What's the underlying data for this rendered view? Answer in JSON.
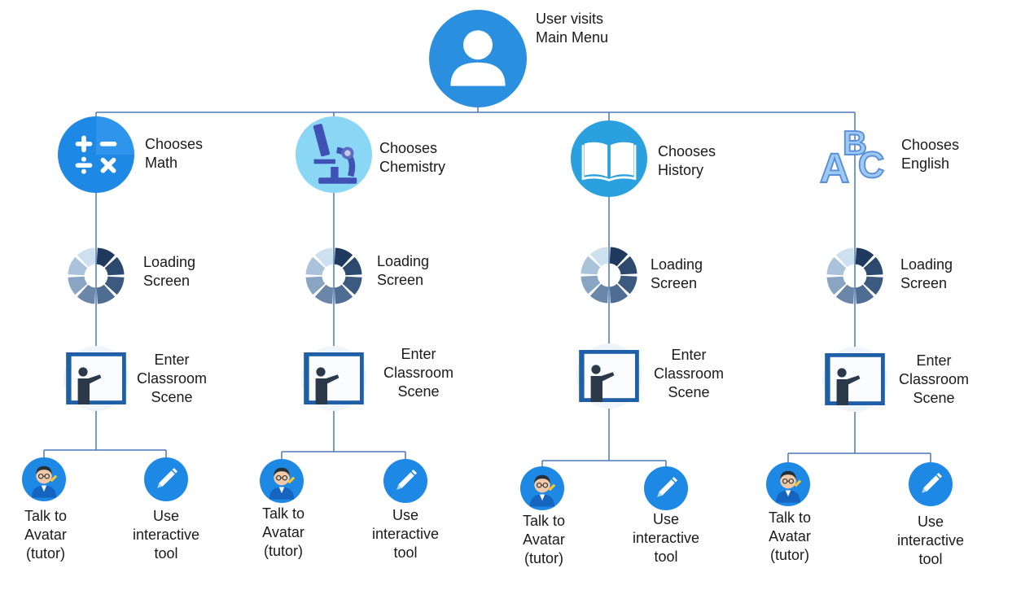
{
  "colors": {
    "line": "#4a78b8",
    "accent_blue": "#2b8fe0",
    "navy": "#1f3a5c",
    "light_blue": "#8ad6f5"
  },
  "root": {
    "icon": "user-icon",
    "label_lines": [
      "User visits",
      "Main Menu"
    ]
  },
  "subjects": [
    {
      "key": "math",
      "icon": "math-operators-icon",
      "choose_lines": [
        "Chooses",
        "Math"
      ],
      "loading_lines": [
        "Loading",
        "Screen"
      ],
      "classroom_lines": [
        "Enter",
        "Classroom",
        "Scene"
      ],
      "avatar_lines": [
        "Talk to",
        "Avatar",
        "(tutor)"
      ],
      "tool_lines": [
        "Use",
        "interactive",
        "tool"
      ]
    },
    {
      "key": "chemistry",
      "icon": "microscope-icon",
      "choose_lines": [
        "Chooses",
        "Chemistry"
      ],
      "loading_lines": [
        "Loading",
        "Screen"
      ],
      "classroom_lines": [
        "Enter",
        "Classroom",
        "Scene"
      ],
      "avatar_lines": [
        "Talk to",
        "Avatar",
        "(tutor)"
      ],
      "tool_lines": [
        "Use",
        "interactive",
        "tool"
      ]
    },
    {
      "key": "history",
      "icon": "book-icon",
      "choose_lines": [
        "Chooses",
        "History"
      ],
      "loading_lines": [
        "Loading",
        "Screen"
      ],
      "classroom_lines": [
        "Enter",
        "Classroom",
        "Scene"
      ],
      "avatar_lines": [
        "Talk to",
        "Avatar",
        "(tutor)"
      ],
      "tool_lines": [
        "Use",
        "interactive",
        "tool"
      ]
    },
    {
      "key": "english",
      "icon": "abc-letters-icon",
      "choose_lines": [
        "Chooses",
        "English"
      ],
      "loading_lines": [
        "Loading",
        "Screen"
      ],
      "classroom_lines": [
        "Enter",
        "Classroom",
        "Scene"
      ],
      "avatar_lines": [
        "Talk to",
        "Avatar",
        "(tutor)"
      ],
      "tool_lines": [
        "Use",
        "interactive",
        "tool"
      ]
    }
  ]
}
